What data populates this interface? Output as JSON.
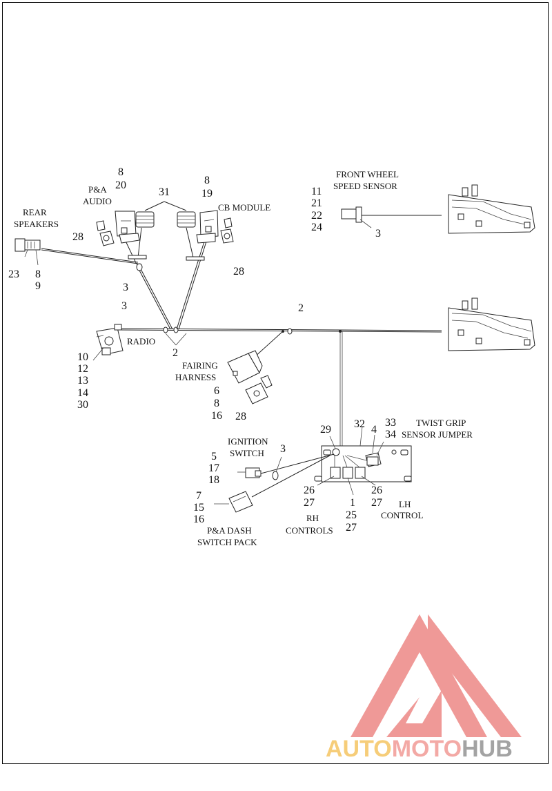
{
  "labels": {
    "front_wheel_1": "FRONT WHEEL",
    "front_wheel_2": "SPEED SENSOR",
    "pa_audio_1": "P&A",
    "pa_audio_2": "AUDIO",
    "cb_module": "CB MODULE",
    "rear_speakers_1": "REAR",
    "rear_speakers_2": "SPEAKERS",
    "radio": "RADIO",
    "fairing_1": "FAIRING",
    "fairing_2": "HARNESS",
    "ignition_1": "IGNITION",
    "ignition_2": "SWITCH",
    "twist_1": "TWIST GRIP",
    "twist_2": "SENSOR JUMPER",
    "lh_1": "LH",
    "lh_2": "CONTROL",
    "rh_1": "RH",
    "rh_2": "CONTROLS",
    "dash_1": "P&A DASH",
    "dash_2": "SWITCH PACK"
  },
  "callouts": {
    "pa_audio_nums": [
      "8",
      "20"
    ],
    "connector_31": "31",
    "cb_nums": [
      "8",
      "19"
    ],
    "fw_nums": [
      "11",
      "21",
      "22",
      "24"
    ],
    "fw_3": "3",
    "rear_nums": [
      "23",
      "8",
      "9"
    ],
    "pa_28": "28",
    "cb_28": "28",
    "clip_3a": "3",
    "radio_3": "3",
    "radio_nums": [
      "10",
      "12",
      "13",
      "14",
      "30"
    ],
    "radio_2": "2",
    "junction_2": "2",
    "fairing_nums": [
      "6",
      "8",
      "16"
    ],
    "fairing_28": "28",
    "ign_3": "3",
    "ign_nums": [
      "5",
      "17",
      "18"
    ],
    "dash_nums": [
      "7",
      "15",
      "16"
    ],
    "bracket_29": "29",
    "bracket_32": "32",
    "bracket_4": "4",
    "twist_nums": [
      "33",
      "34"
    ],
    "rh_left_nums": [
      "26",
      "27"
    ],
    "rh_mid_nums": [
      "1",
      "25",
      "27"
    ],
    "rh_right_nums": [
      "26",
      "27"
    ]
  },
  "watermark": {
    "part1": "AUTO",
    "part2": "MOTO",
    "part3": "HUB",
    "color_logo": "#ee8f8c",
    "color_text1": "#f6c86b",
    "color_text2": "#f2a09c",
    "color_text3": "#9a9a9a"
  }
}
